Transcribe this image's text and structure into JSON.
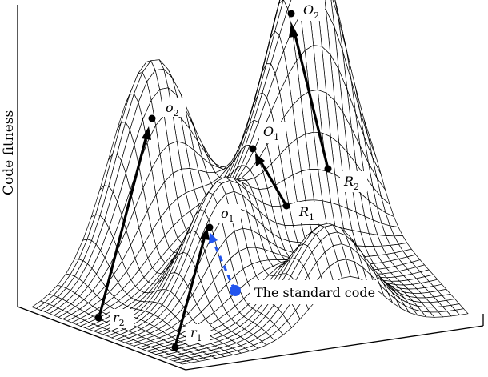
{
  "figure": {
    "y_axis_label": "Code fitness",
    "peaks": [
      {
        "name": "O",
        "sub": "2"
      },
      {
        "name": "o",
        "sub": "2"
      },
      {
        "name": "O",
        "sub": "1"
      },
      {
        "name": "o",
        "sub": "1"
      }
    ],
    "starts": [
      {
        "name": "R",
        "sub": "2"
      },
      {
        "name": "R",
        "sub": "1"
      },
      {
        "name": "r",
        "sub": "2"
      },
      {
        "name": "r",
        "sub": "1"
      }
    ],
    "standard_code_label": "The standard code",
    "colors": {
      "line": "#000000",
      "standard_code": "#2255ee",
      "surface": "#ffffff"
    }
  }
}
